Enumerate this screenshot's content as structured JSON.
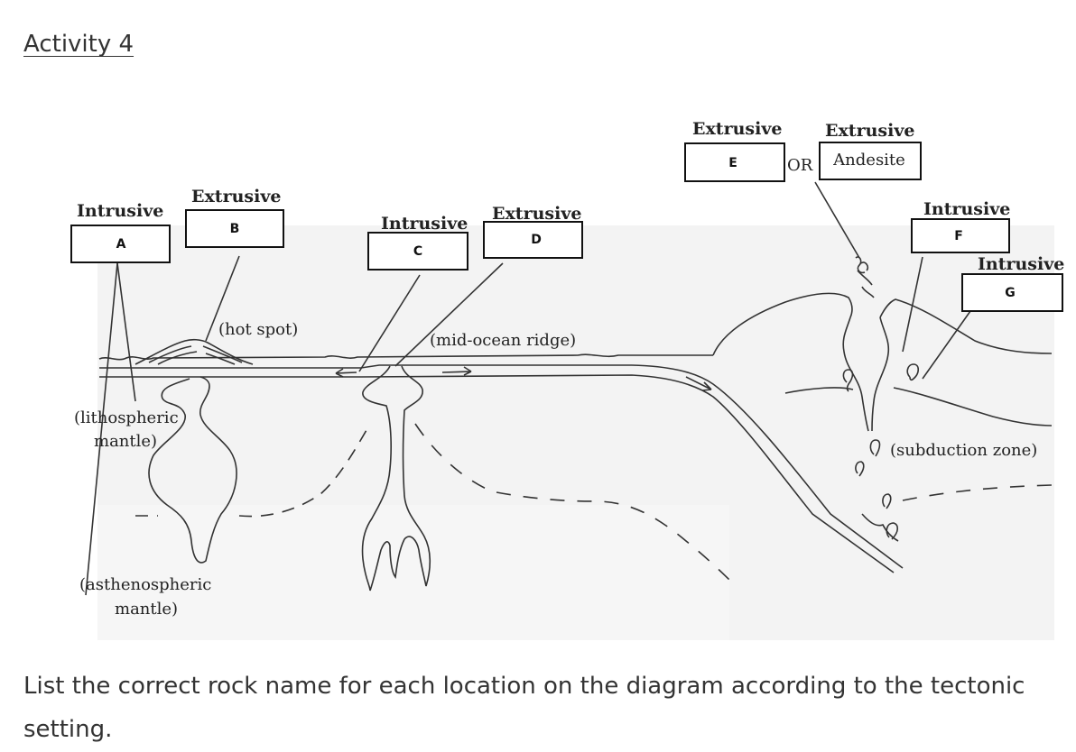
{
  "activity_title": "Activity 4",
  "instructions": "List the correct rock name for each location on the diagram according to the tectonic setting.",
  "labels": {
    "A": {
      "type": "Intrusive",
      "letter": "A"
    },
    "B": {
      "type": "Extrusive",
      "letter": "B"
    },
    "C": {
      "type": "Intrusive",
      "letter": "C"
    },
    "D": {
      "type": "Extrusive",
      "letter": "D"
    },
    "E": {
      "type": "Extrusive",
      "letter": "E"
    },
    "E_alt": {
      "type": "Extrusive",
      "answer": "Andesite",
      "connector": "OR"
    },
    "F": {
      "type": "Intrusive",
      "letter": "F"
    },
    "G": {
      "type": "Intrusive",
      "letter": "G"
    }
  },
  "annotations": {
    "hot_spot": "(hot spot)",
    "mid_ocean_ridge": "(mid-ocean ridge)",
    "lithospheric_mantle_1": "(lithospheric",
    "lithospheric_mantle_2": "mantle)",
    "asthenospheric_mantle_1": "(asthenospheric",
    "asthenospheric_mantle_2": "mantle)",
    "subduction_zone": "(subduction zone)"
  }
}
